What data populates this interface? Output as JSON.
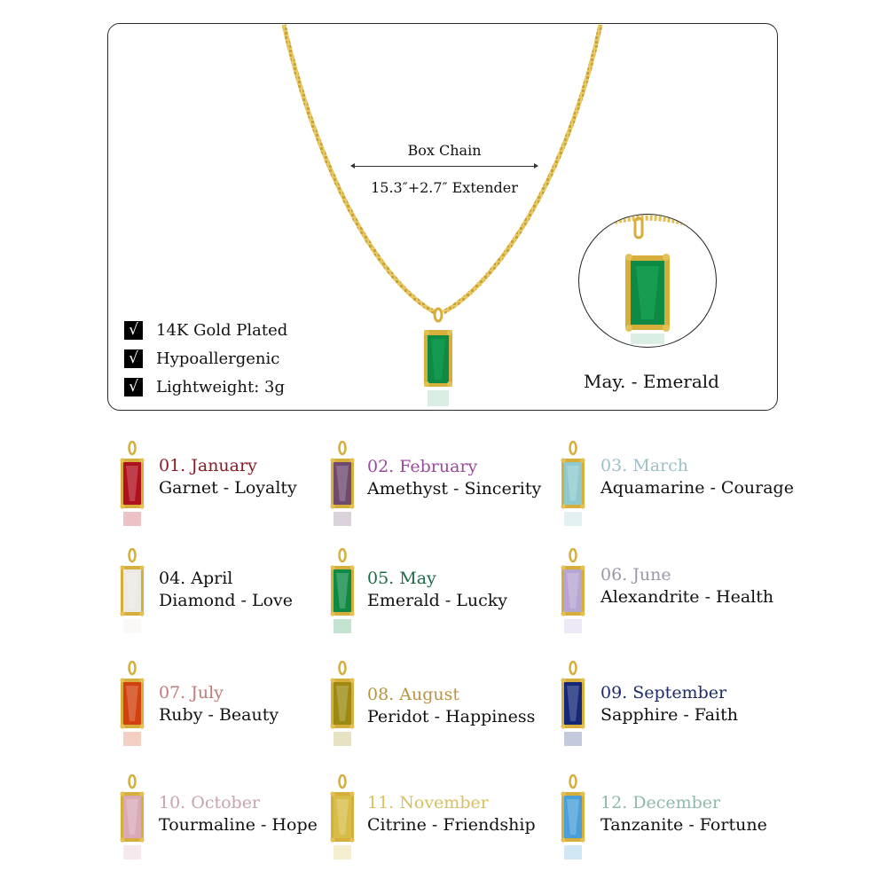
{
  "hero": {
    "dimension_title": "Box Chain",
    "dimension_value": "15.3″+2.7″ Extender",
    "features": [
      {
        "icon": "checkmark-icon",
        "glyph": "√",
        "label": "14K Gold Plated"
      },
      {
        "icon": "checkmark-icon",
        "glyph": "√",
        "label": "Hypoallergenic"
      },
      {
        "icon": "checkmark-icon",
        "glyph": "√",
        "label": "Lightweight: 3g"
      }
    ],
    "featured_caption": "May. - Emerald",
    "featured_stone_color": "#0f8a45",
    "chain_color": "#d9b54a"
  },
  "birthstones": [
    {
      "month": "01. January",
      "stone": "Garnet - Loyalty",
      "month_color": "#8b1a24",
      "gem_color": "#b0101e"
    },
    {
      "month": "02. February",
      "stone": "Amethyst - Sincerity",
      "month_color": "#9a4a9a",
      "gem_color": "#6e4a6e"
    },
    {
      "month": "03. March",
      "stone": "Aquamarine - Courage",
      "month_color": "#9fbfc6",
      "gem_color": "#8ec9cf"
    },
    {
      "month": "04. April",
      "stone": "Diamond - Love",
      "month_color": "#111111",
      "gem_color": "#ece9e4"
    },
    {
      "month": "05. May",
      "stone": "Emerald - Lucky",
      "month_color": "#1d6b45",
      "gem_color": "#0f8a45"
    },
    {
      "month": "06. June",
      "stone": "Alexandrite - Health",
      "month_color": "#9a98a8",
      "gem_color": "#b7a6d2"
    },
    {
      "month": "07. July",
      "stone": "Ruby - Beauty",
      "month_color": "#c07a78",
      "gem_color": "#d2410f"
    },
    {
      "month": "08. August",
      "stone": "Peridot - Happiness",
      "month_color": "#b8953f",
      "gem_color": "#9c8a10"
    },
    {
      "month": "09. September",
      "stone": "Sapphire - Faith",
      "month_color": "#1c2a6b",
      "gem_color": "#14287a"
    },
    {
      "month": "10. October",
      "stone": "Tourmaline - Hope",
      "month_color": "#c9a3ad",
      "gem_color": "#d9a9b7"
    },
    {
      "month": "11. November",
      "stone": "Citrine - Friendship",
      "month_color": "#d8c060",
      "gem_color": "#d6bd48"
    },
    {
      "month": "12. December",
      "stone": "Tanzanite - Fortune",
      "month_color": "#8fb8ae",
      "gem_color": "#4a9fdb"
    }
  ]
}
